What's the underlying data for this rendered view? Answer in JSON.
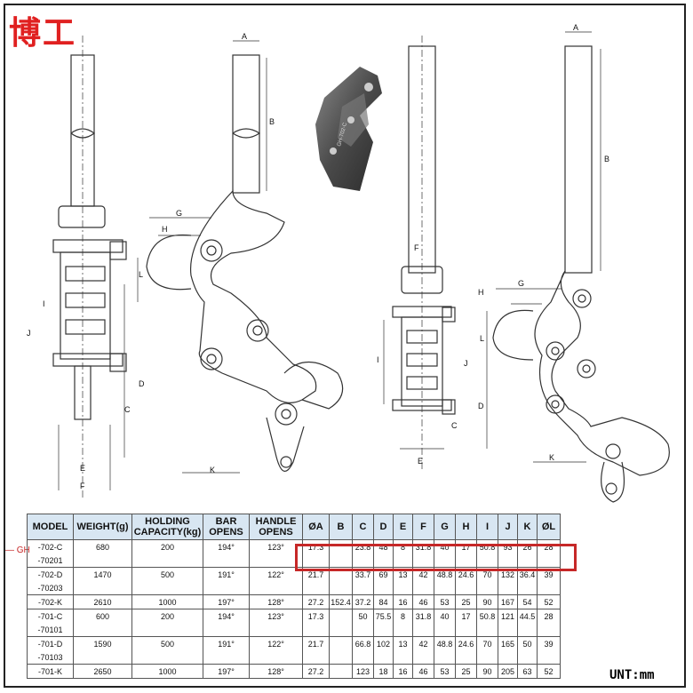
{
  "brand": {
    "title": "博工",
    "prefix": "GH"
  },
  "dimension_letters": [
    "A",
    "B",
    "G",
    "H",
    "L",
    "I",
    "J",
    "D",
    "C",
    "E",
    "F",
    "K"
  ],
  "photo": {
    "label": "GH-702-C"
  },
  "table": {
    "headers": [
      "MODEL",
      "WEIGHT(g)",
      "HOLDING CAPACITY(kg)",
      "BAR OPENS",
      "HANDLE OPENS",
      "ØA",
      "B",
      "C",
      "D",
      "E",
      "F",
      "G",
      "H",
      "I",
      "J",
      "K",
      "ØL"
    ],
    "rows": [
      [
        "-702-C",
        "680",
        "200",
        "194°",
        "123°",
        "17.3",
        "",
        "23.8",
        "48",
        "8",
        "31.8",
        "40",
        "17",
        "50.8",
        "93",
        "26",
        "28"
      ],
      [
        "-70201",
        "",
        "",
        "",
        "",
        "",
        "",
        "",
        "",
        "",
        "",
        "",
        "",
        "",
        "",
        "",
        ""
      ],
      [
        "-702-D",
        "1470",
        "500",
        "191°",
        "122°",
        "21.7",
        "",
        "33.7",
        "69",
        "13",
        "42",
        "48.8",
        "24.6",
        "70",
        "132",
        "36.4",
        "39"
      ],
      [
        "-70203",
        "",
        "",
        "",
        "",
        "",
        "",
        "",
        "",
        "",
        "",
        "",
        "",
        "",
        "",
        "",
        ""
      ],
      [
        "-702-K",
        "2610",
        "1000",
        "197°",
        "128°",
        "27.2",
        "152.4",
        "37.2",
        "84",
        "16",
        "46",
        "53",
        "25",
        "90",
        "167",
        "54",
        "52"
      ],
      [
        "-701-C",
        "600",
        "200",
        "194°",
        "123°",
        "17.3",
        "",
        "50",
        "75.5",
        "8",
        "31.8",
        "40",
        "17",
        "50.8",
        "121",
        "44.5",
        "28"
      ],
      [
        "-70101",
        "",
        "",
        "",
        "",
        "",
        "",
        "",
        "",
        "",
        "",
        "",
        "",
        "",
        "",
        "",
        ""
      ],
      [
        "-701-D",
        "1590",
        "500",
        "191°",
        "122°",
        "21.7",
        "",
        "66.8",
        "102",
        "13",
        "42",
        "48.8",
        "24.6",
        "70",
        "165",
        "50",
        "39"
      ],
      [
        "-70103",
        "",
        "",
        "",
        "",
        "",
        "",
        "",
        "",
        "",
        "",
        "",
        "",
        "",
        "",
        "",
        ""
      ],
      [
        "-701-K",
        "2650",
        "1000",
        "197°",
        "128°",
        "27.2",
        "",
        "123",
        "18",
        "16",
        "46",
        "53",
        "25",
        "90",
        "205",
        "63",
        "52"
      ]
    ]
  },
  "unit": "UNT:mm"
}
